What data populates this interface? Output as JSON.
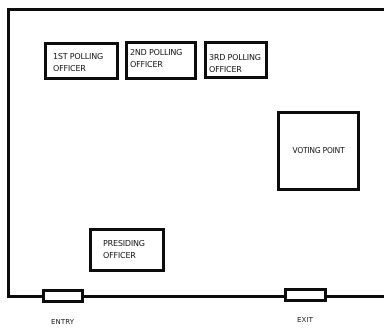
{
  "diagram": {
    "officers": [
      {
        "label": "1ST POLLING\nOFFICER"
      },
      {
        "label": "2ND POLLING\nOFFICER"
      },
      {
        "label": "3RD POLLING\nOFFICER"
      }
    ],
    "voting_point": "VOTING POINT",
    "presiding_officer": "PRESIDING\nOFFICER",
    "entry_label": "ENTRY",
    "exit_label": "EXIT"
  }
}
